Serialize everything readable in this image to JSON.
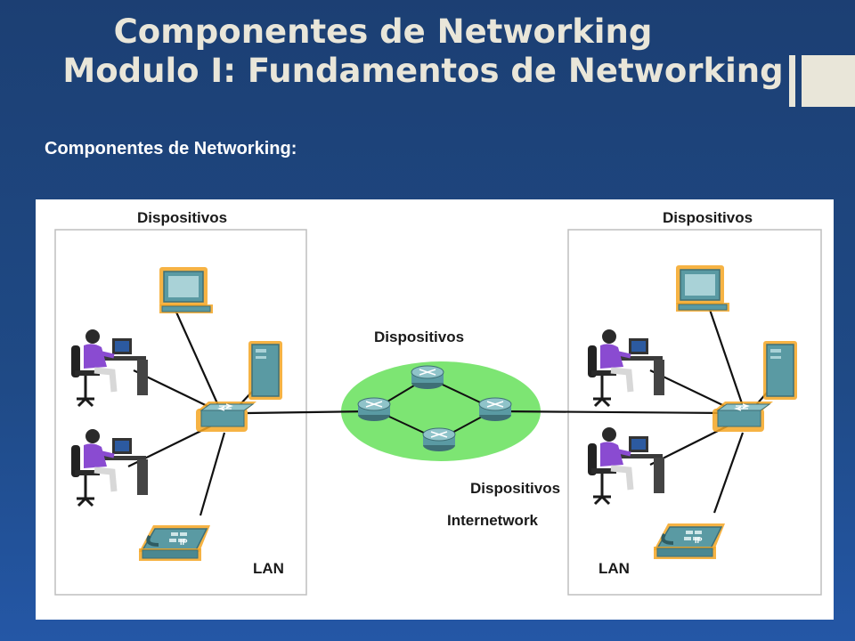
{
  "slide": {
    "title_line1": "Componentes de Networking",
    "title_line2": "Modulo I: Fundamentos de Networking",
    "subtitle": "Componentes de Networking",
    "subtitle_suffix": ":"
  },
  "diagram": {
    "left_lan": {
      "devices_label": "Dispositivos",
      "lan_label": "LAN"
    },
    "internetwork": {
      "devices_label": "Dispositivos",
      "media_label": "Dispositivos",
      "network_label": "Internetwork"
    },
    "right_lan": {
      "devices_label": "Dispositivos",
      "lan_label": "LAN"
    },
    "phone_badge": "IP"
  },
  "colors": {
    "background": "#1f4a86",
    "title_text": "#e9e6d9",
    "device_glow": "#f5a623",
    "device_teal": "#5a9aa3",
    "cloud_green": "#66e05a",
    "person_purple": "#8a4bd1"
  }
}
